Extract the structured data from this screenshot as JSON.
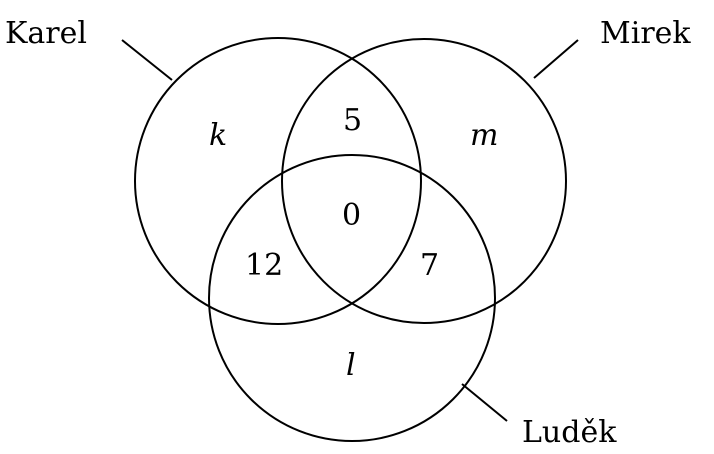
{
  "sets": {
    "karel": {
      "label": "Karel",
      "only": "k"
    },
    "mirek": {
      "label": "Mirek",
      "only": "m"
    },
    "ludek": {
      "label": "Luděk",
      "only": "l"
    }
  },
  "intersections": {
    "karel_mirek": "5",
    "all_three": "0",
    "karel_ludek": "12",
    "mirek_ludek": "7"
  }
}
